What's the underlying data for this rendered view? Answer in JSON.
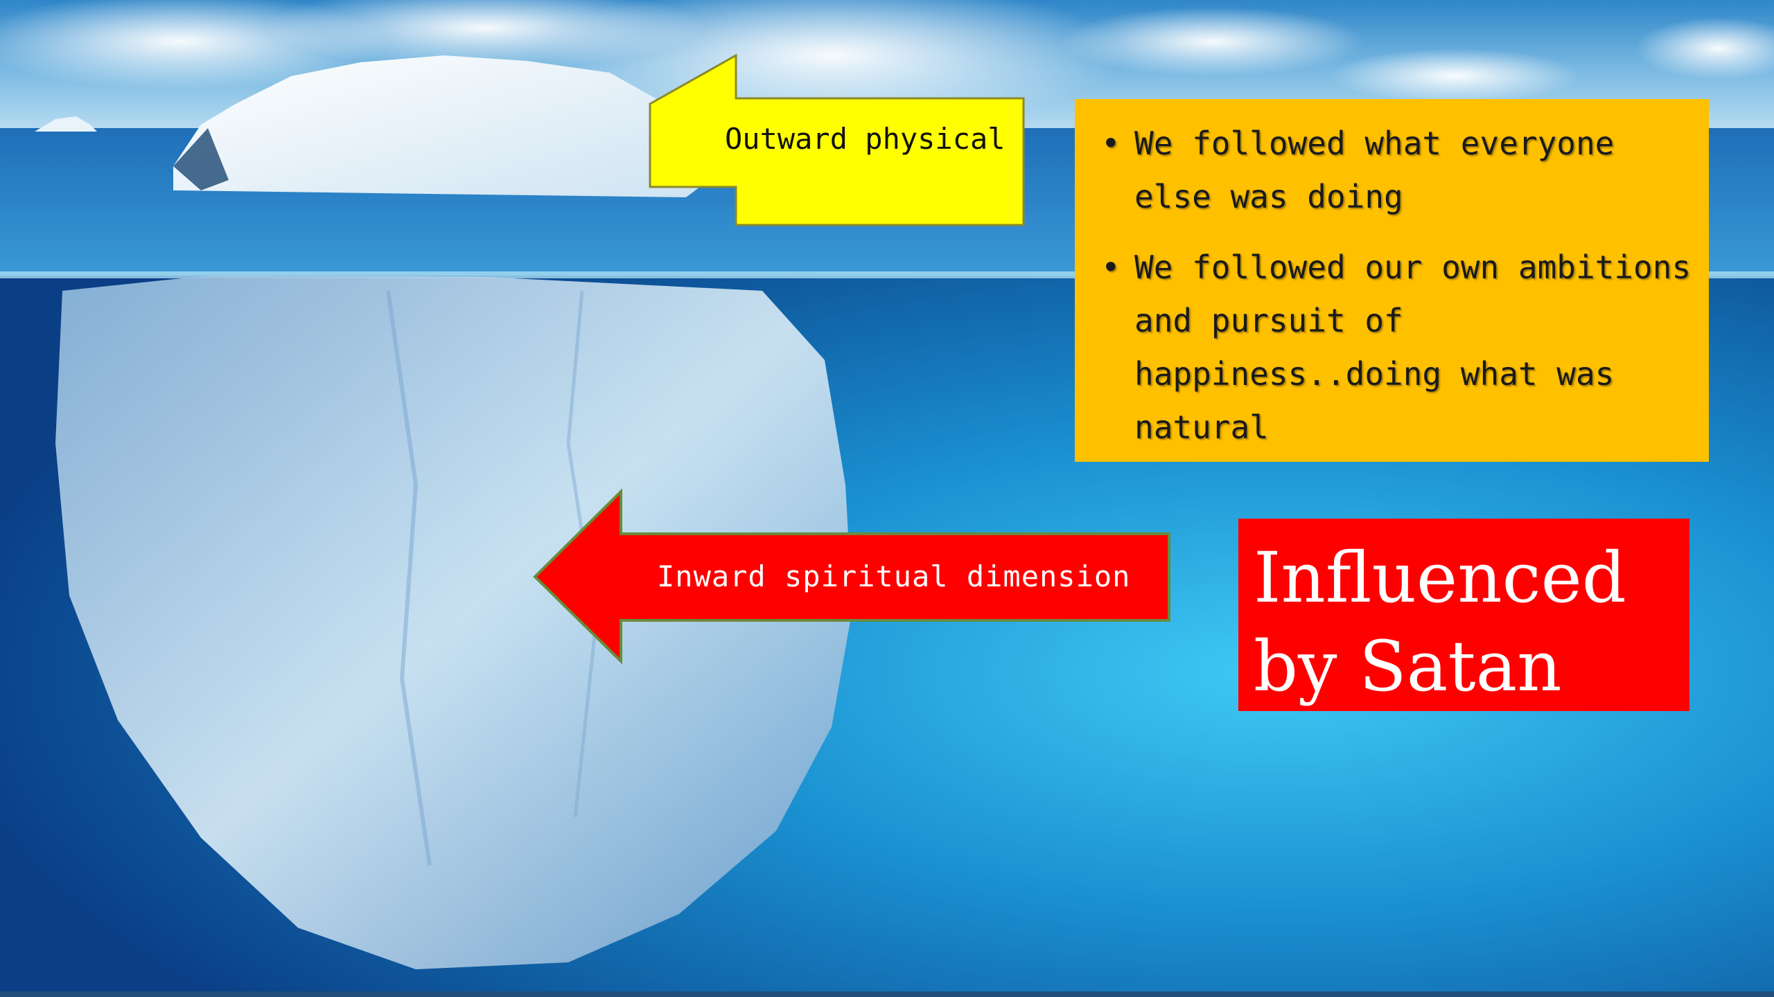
{
  "slide": {
    "outward_label": "Outward physical",
    "inward_label": "Inward spiritual dimension",
    "bullets": [
      "We followed what everyone else was doing",
      "We followed our own ambitions and pursuit of happiness..doing what was natural"
    ],
    "callout": "Influenced by Satan"
  },
  "colors": {
    "outward_arrow": "#ffff00",
    "inward_arrow": "#ff0000",
    "bullet_box": "#ffc000",
    "callout_box": "#ff0000",
    "ocean": "#1a8fd0",
    "sky": "#6fb3e0"
  }
}
